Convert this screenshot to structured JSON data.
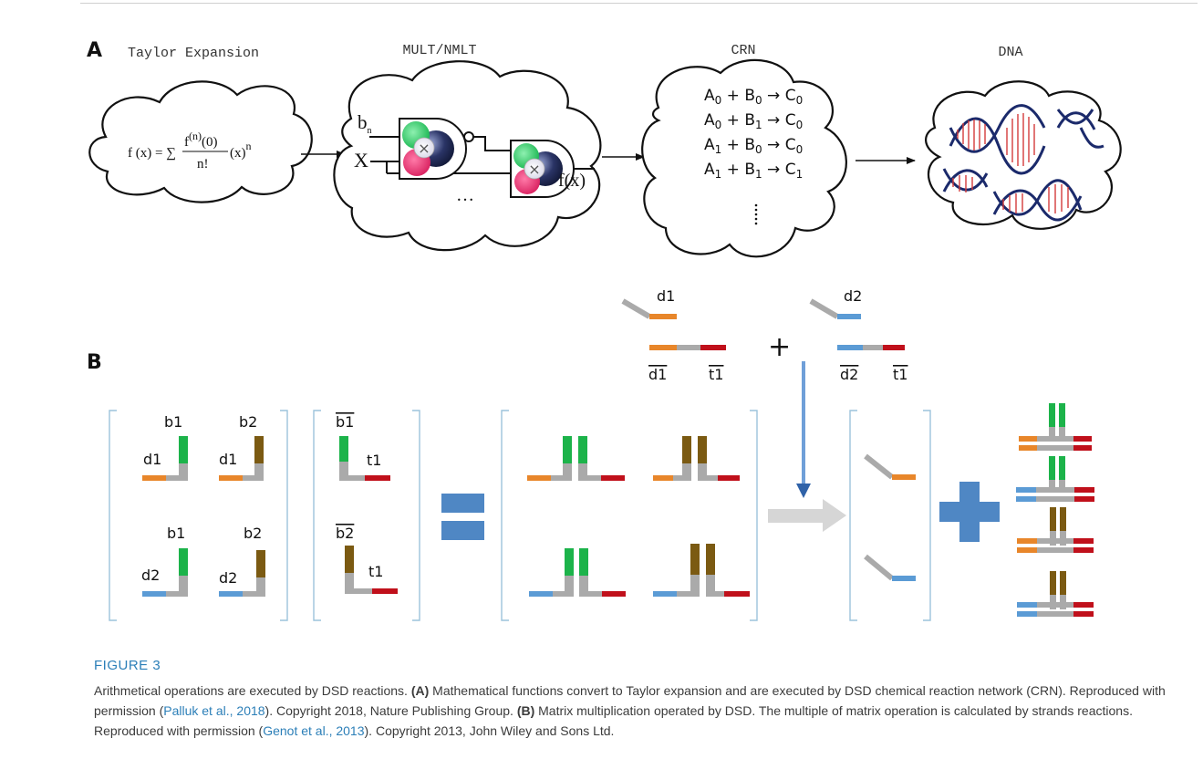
{
  "panel_a": {
    "letter": "A",
    "stage_titles": [
      "Taylor Expansion",
      "MULT/NMLT",
      "CRN",
      "DNA"
    ],
    "formula": {
      "lhs": "f (x) = ∑",
      "numerator": "f",
      "numerator_sup": "(n)",
      "numerator_tail": "(0)",
      "denominator": "n!",
      "tail": "(x)",
      "tail_sup": "n"
    },
    "gate_labels": {
      "input_b": "b",
      "input_b_sub": "n",
      "input_x": "X",
      "ellipsis": "…",
      "output": "f(x)"
    },
    "reactions": [
      {
        "a": "A",
        "a_sub": "0",
        "b": "B",
        "b_sub": "0",
        "c": "C",
        "c_sub": "0"
      },
      {
        "a": "A",
        "a_sub": "0",
        "b": "B",
        "b_sub": "1",
        "c": "C",
        "c_sub": "0"
      },
      {
        "a": "A",
        "a_sub": "1",
        "b": "B",
        "b_sub": "0",
        "c": "C",
        "c_sub": "0"
      },
      {
        "a": "A",
        "a_sub": "1",
        "b": "B",
        "b_sub": "1",
        "c": "C",
        "c_sub": "1"
      }
    ],
    "reaction_plus": "+",
    "reaction_arrow": "→"
  },
  "panel_b": {
    "letter": "B",
    "matrix1_labels": {
      "b1": "b1",
      "b2": "b2",
      "d1": "d1",
      "d2": "d2"
    },
    "matrix2_labels": {
      "b1bar": "b1",
      "b2bar": "b2",
      "t1": "t1"
    },
    "top_labels": {
      "d1": "d1",
      "d2": "d2",
      "d1bar": "d1",
      "d2bar": "d2",
      "t1bar_a": "t1",
      "t1bar_b": "t1"
    },
    "plus": "+"
  },
  "caption": {
    "figure_number": "FIGURE 3",
    "s1": "Arithmetical operations are executed by DSD reactions. ",
    "a_tag": "(A)",
    "s2": " Mathematical functions convert to Taylor expansion and are executed by DSD chemical reaction network (CRN). Reproduced with permission (",
    "ref1": "Palluk et al., 2018",
    "s3": "). Copyright 2018, Nature Publishing Group. ",
    "b_tag": "(B)",
    "s4": " Matrix multiplication operated by DSD. The multiple of matrix operation is calculated by strands reactions. Reproduced with permission (",
    "ref2": "Genot et al., 2013",
    "s5": "). Copyright 2013, John Wiley and Sons Ltd."
  },
  "colors": {
    "orange": "#e8862a",
    "green": "#1cb34a",
    "brown": "#7b5a12",
    "blue": "#5b9bd5",
    "red": "#c0101b",
    "gray": "#aaaaaa",
    "bracket": "#9cc3dc",
    "equals": "#4f87c4",
    "caption_accent": "#2c7fb8"
  }
}
